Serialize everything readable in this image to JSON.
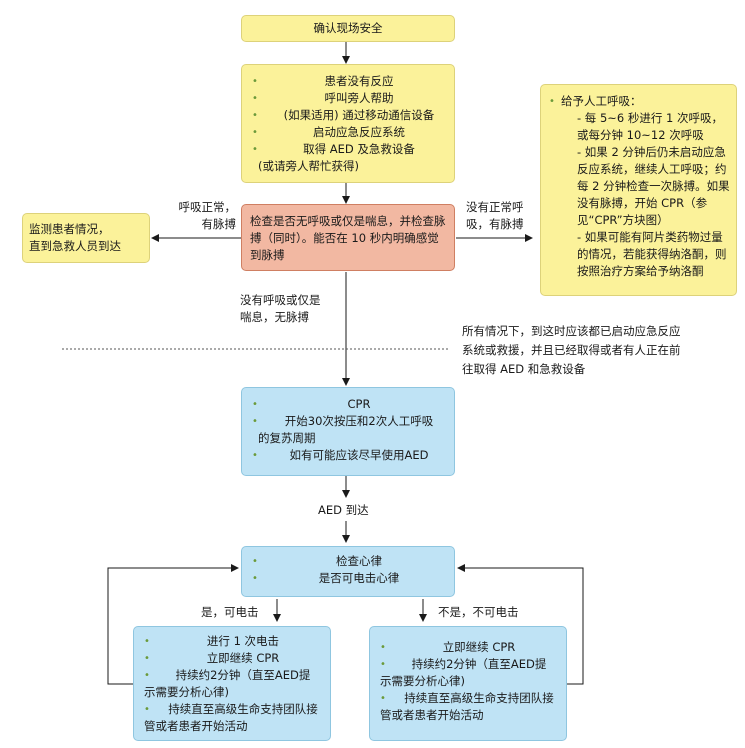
{
  "top_box": {
    "text": "确认现场安全"
  },
  "step1": {
    "items": [
      "患者没有反应",
      "呼叫旁人帮助",
      "(如果适用) 通过移动通信设备",
      "启动应急反应系统",
      "取得 AED 及急救设备"
    ],
    "tail": "(或请旁人帮忙获得)"
  },
  "check_box": {
    "text": "检查是否无呼吸或仅是喘息，并检查脉搏（同时）。能否在 10 秒内明确感觉到脉搏"
  },
  "left_label": {
    "line1": "呼吸正常，",
    "line2": "有脉搏"
  },
  "monitor_box": {
    "line1": "监测患者情况，",
    "line2": "直到急救人员到达"
  },
  "right_label": {
    "line1": "没有正常呼",
    "line2": "吸，有脉搏"
  },
  "rescue_box": {
    "title": "给予人工呼吸：",
    "items": [
      "- 每 5~6 秒进行 1 次呼吸，或每分钟 10~12 次呼吸",
      "- 如果 2 分钟后仍未启动应急反应系统，继续人工呼吸；约每 2 分钟检查一次脉搏。如果没有脉搏，开始 CPR（参见“CPR”方块图）",
      "- 如果可能有阿片类药物过量的情况，若能获得纳洛酮，则按照治疗方案给予纳洛酮"
    ]
  },
  "down_label": {
    "line1": "没有呼吸或仅是",
    "line2": "喘息，无脉搏"
  },
  "note": {
    "lines": [
      "所有情况下，到这时应该都已启动应急反应",
      "系统或救援，并且已经取得或者有人正在前",
      "往取得 AED 和急救设备"
    ]
  },
  "cpr_box": {
    "items": [
      "CPR",
      "开始30次按压和2次人工呼吸"
    ],
    "mid": "的复苏周期",
    "last": "如有可能应该尽早使用AED"
  },
  "aed_label": "AED 到达",
  "rhythm_box": {
    "items": [
      "检查心律",
      "是否可电击心律"
    ]
  },
  "yes_label": "是，可电击",
  "no_label": "不是，不可电击",
  "shock_box": {
    "items": [
      "进行 1 次电击",
      "立即继续 CPR",
      "持续约2分钟（直至AED提"
    ],
    "mid": "示需要分析心律)",
    "last_item": "持续直至高级生命支持团队接",
    "tail": "管或者患者开始活动"
  },
  "noshock_box": {
    "items": [
      "立即继续 CPR",
      "持续约2分钟（直至AED提"
    ],
    "mid": "示需要分析心律)",
    "last_item": "持续直至高级生命支持团队接",
    "tail": "管或者患者开始活动"
  },
  "colors": {
    "yellow": "#fbf29a",
    "blue": "#bfe3f5",
    "salmon": "#f2b8a2",
    "bullet": "#6b9a3a"
  }
}
